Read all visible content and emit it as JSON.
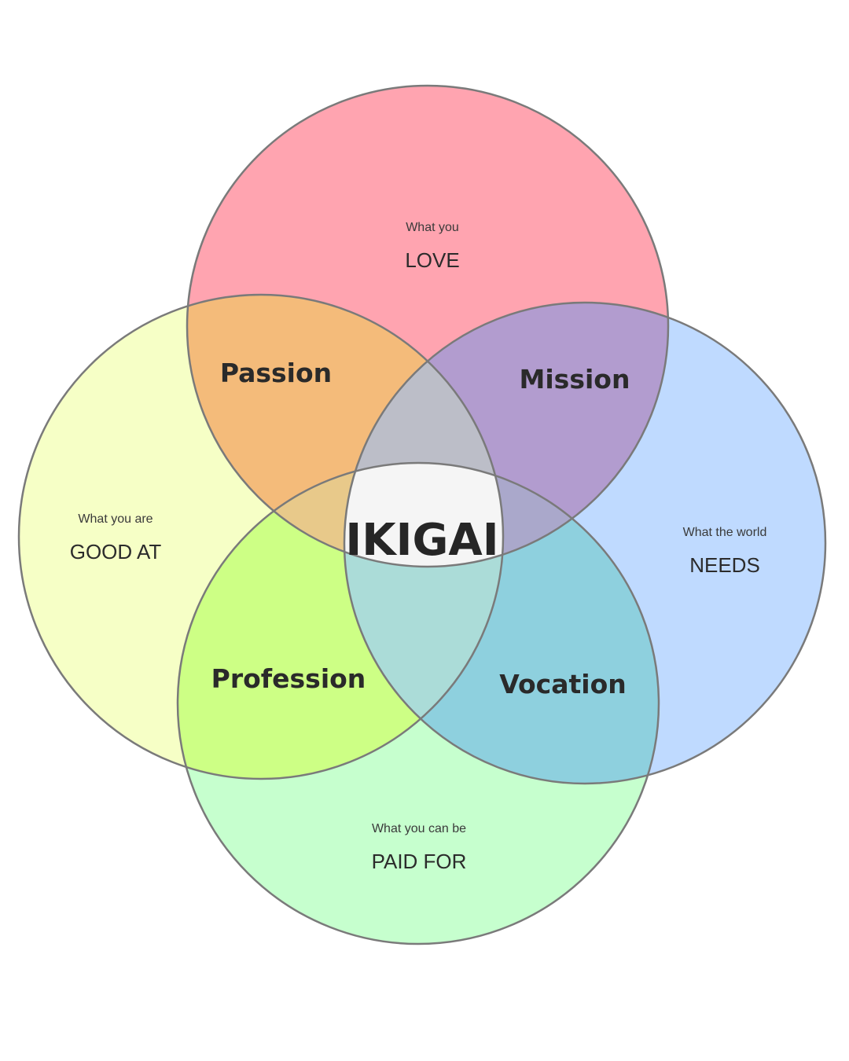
{
  "diagram": {
    "circles": {
      "love": {
        "small": "What you",
        "big": "LOVE",
        "color": "#ffa4b0"
      },
      "good_at": {
        "small": "What you are",
        "big": "GOOD AT",
        "color": "#f6ffc6"
      },
      "needs": {
        "small": "What the world",
        "big": "NEEDS",
        "color": "#bfdaff"
      },
      "paid_for": {
        "small": "What you can be",
        "big": "PAID FOR",
        "color": "#c6ffce"
      }
    },
    "overlaps": {
      "passion": {
        "label": "Passion",
        "color": "#f4bb7a"
      },
      "mission": {
        "label": "Mission",
        "color": "#b29ccf"
      },
      "profession": {
        "label": "Profession",
        "color": "#cdff85"
      },
      "vocation": {
        "label": "Vocation",
        "color": "#8ed0de"
      }
    },
    "center": {
      "label": "IKIGAI",
      "color": "#f5f5f5"
    },
    "colors": {
      "love_good_at_needs": "#bcbec8",
      "love_good_at_paid": "#e8c98a",
      "love_needs_paid": "#aaa8cb",
      "good_at_needs_paid": "#abdcd8",
      "stroke": "#7a7a7a"
    }
  }
}
